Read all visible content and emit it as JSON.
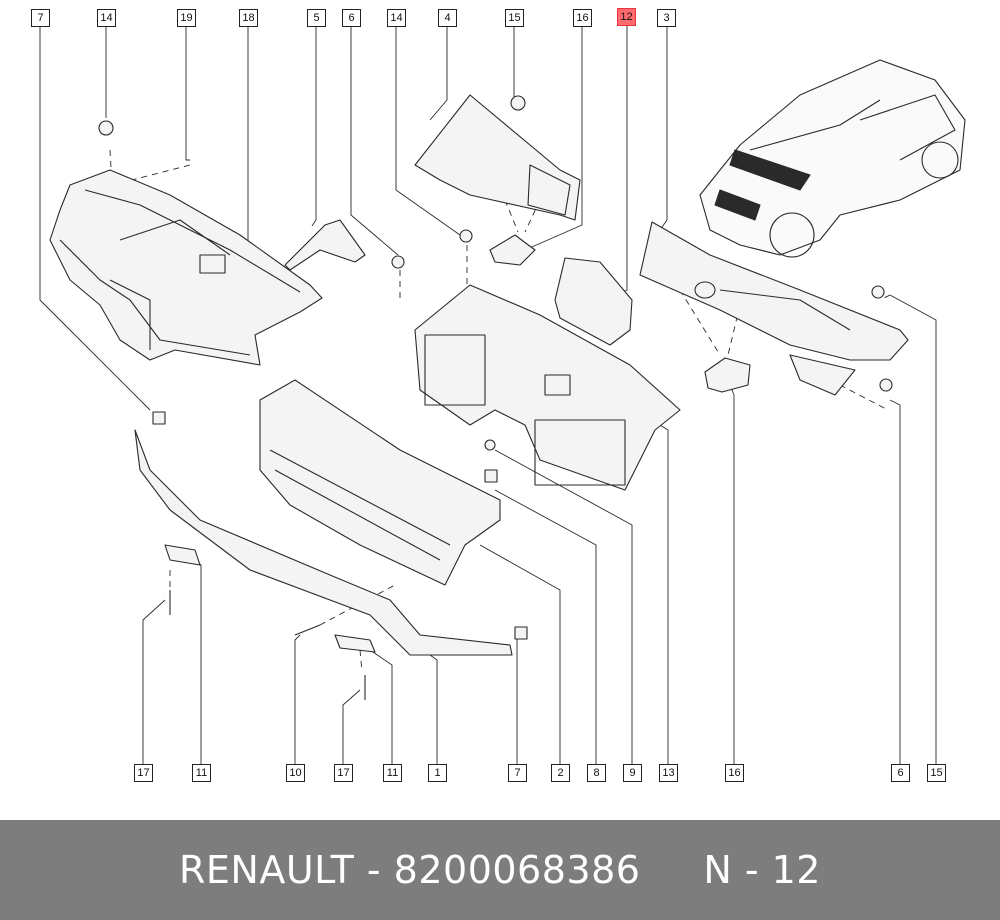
{
  "colors": {
    "background": "#ffffff",
    "line": "#2a2a2a",
    "part_fill": "#f4f4f4",
    "highlight": "#ff6a6f",
    "footer_bg": "#7d7d7d",
    "footer_text": "#ffffff"
  },
  "callouts": [
    {
      "id": "c-top-7",
      "label": "7"
    },
    {
      "id": "c-top-14a",
      "label": "14"
    },
    {
      "id": "c-top-19",
      "label": "19"
    },
    {
      "id": "c-top-18",
      "label": "18"
    },
    {
      "id": "c-top-5",
      "label": "5"
    },
    {
      "id": "c-top-6",
      "label": "6"
    },
    {
      "id": "c-top-14b",
      "label": "14"
    },
    {
      "id": "c-top-4",
      "label": "4"
    },
    {
      "id": "c-top-15",
      "label": "15"
    },
    {
      "id": "c-top-16",
      "label": "16"
    },
    {
      "id": "c-top-12",
      "label": "12",
      "highlighted": true
    },
    {
      "id": "c-top-3",
      "label": "3"
    },
    {
      "id": "c-bot-17a",
      "label": "17"
    },
    {
      "id": "c-bot-11a",
      "label": "11"
    },
    {
      "id": "c-bot-10",
      "label": "10"
    },
    {
      "id": "c-bot-17b",
      "label": "17"
    },
    {
      "id": "c-bot-11b",
      "label": "11"
    },
    {
      "id": "c-bot-1",
      "label": "1"
    },
    {
      "id": "c-bot-7",
      "label": "7"
    },
    {
      "id": "c-bot-2",
      "label": "2"
    },
    {
      "id": "c-bot-8",
      "label": "8"
    },
    {
      "id": "c-bot-9",
      "label": "9"
    },
    {
      "id": "c-bot-13",
      "label": "13"
    },
    {
      "id": "c-bot-16",
      "label": "16"
    },
    {
      "id": "c-bot-6",
      "label": "6"
    },
    {
      "id": "c-bot-15",
      "label": "15"
    }
  ],
  "footer": {
    "text": "RENAULT - 8200068386     N - 12"
  }
}
